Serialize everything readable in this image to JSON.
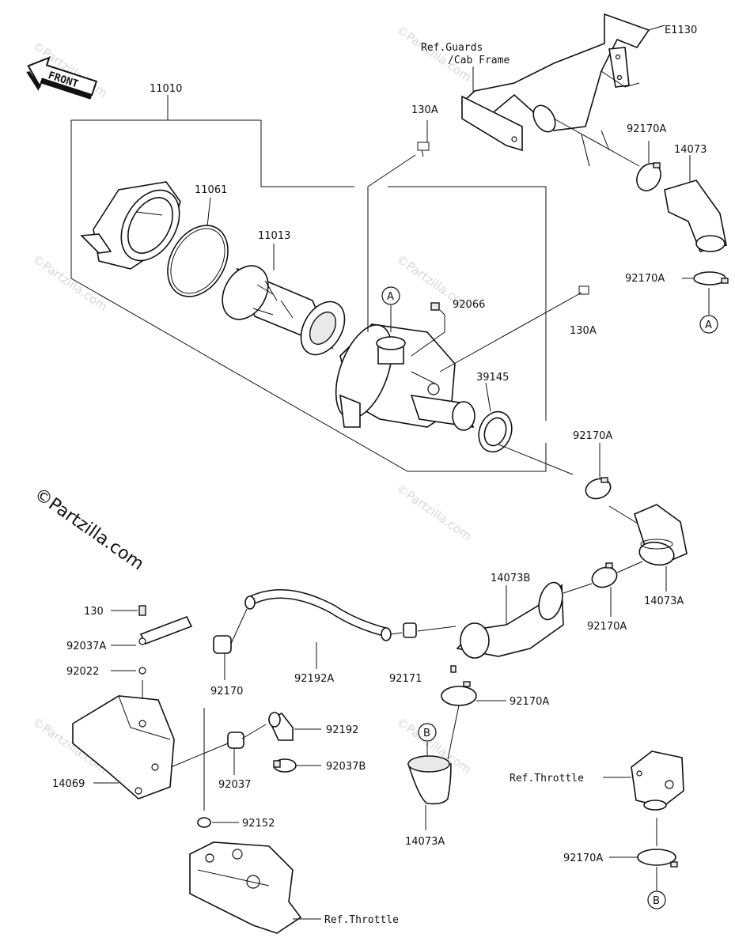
{
  "diagram_code": "E1130",
  "front_label": "FRONT",
  "watermark_main": "©Partzilla.com",
  "watermark_faint": "©Partzilla.com",
  "references": {
    "guards_line1": "Ref.Guards",
    "guards_line2": "/Cab Frame",
    "throttle_right": "Ref.Throttle",
    "throttle_bottom": "Ref.Throttle"
  },
  "connectors": {
    "a": "A",
    "b": "B"
  },
  "parts": {
    "p11010": "11010",
    "p11061": "11061",
    "p11013": "11013",
    "p130A_top": "130A",
    "p130A_right": "130A",
    "p92066": "92066",
    "p39145": "39145",
    "p92170A_1": "92170A",
    "p14073": "14073",
    "p92170A_2": "92170A",
    "p92170A_3": "92170A",
    "p14073A_1": "14073A",
    "p92170A_4": "92170A",
    "p14073B": "14073B",
    "p92170A_5": "92170A",
    "p130": "130",
    "p92037A": "92037A",
    "p92022": "92022",
    "p92170": "92170",
    "p92192A": "92192A",
    "p92171": "92171",
    "p92192": "92192",
    "p92037B": "92037B",
    "p14069": "14069",
    "p92037": "92037",
    "p92152": "92152",
    "p14073A_2": "14073A",
    "p92170A_6": "92170A"
  }
}
